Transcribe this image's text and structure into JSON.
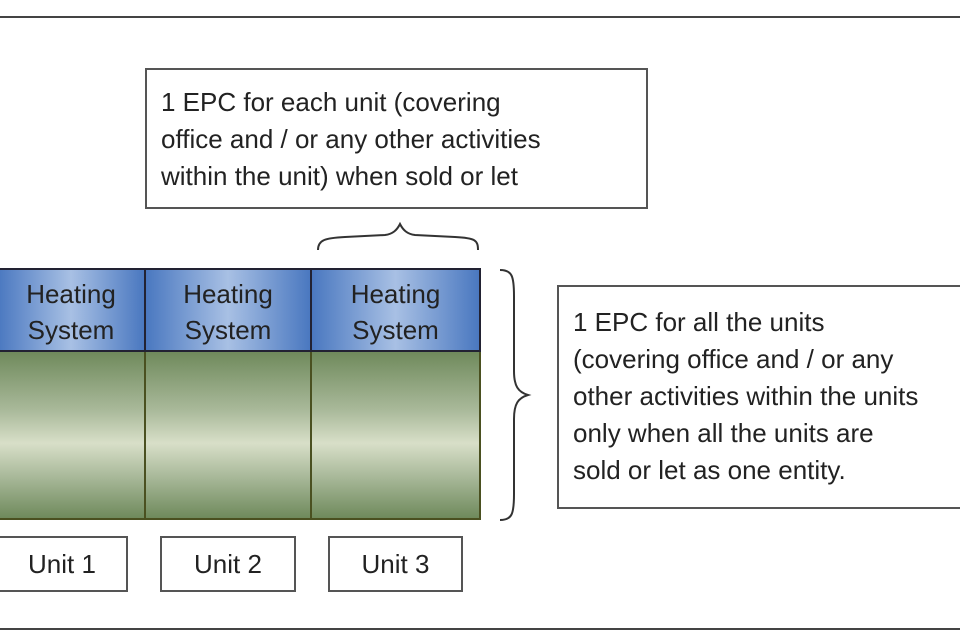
{
  "top_note": {
    "lines": [
      "1 EPC for each unit (covering",
      "office and / or any other activities",
      "within the unit) when sold or let"
    ]
  },
  "right_note": {
    "lines": [
      "1 EPC for all the units",
      "(covering office and / or any",
      "other activities within the units",
      "only when all the units are",
      "sold or let as one entity."
    ]
  },
  "units": [
    {
      "heating_line1": "Heating",
      "heating_line2": "System",
      "label": "Unit 1"
    },
    {
      "heating_line1": "Heating",
      "heating_line2": "System",
      "label": "Unit 2"
    },
    {
      "heating_line1": "Heating",
      "heating_line2": "System",
      "label": "Unit 3"
    }
  ]
}
